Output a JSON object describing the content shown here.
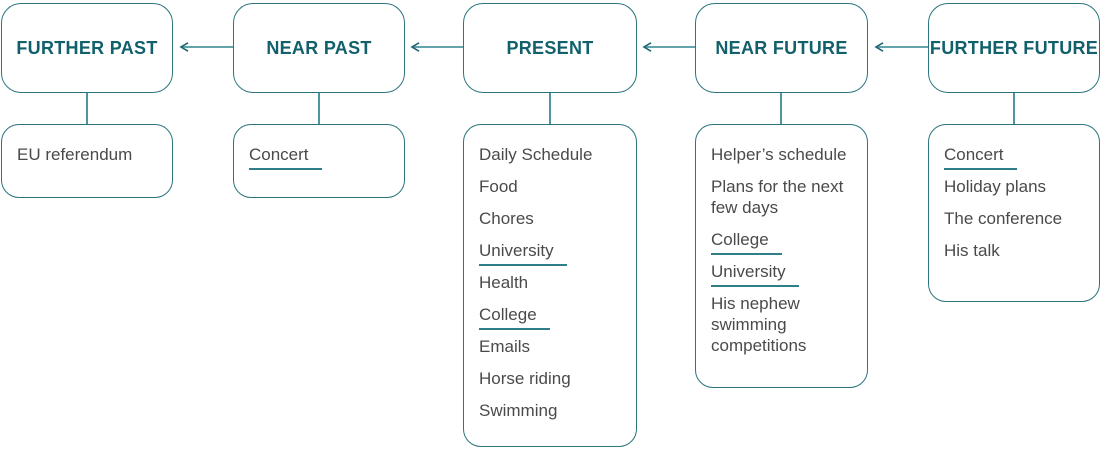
{
  "colors": {
    "header_text": "#11606B",
    "box_border": "#2C757E",
    "connector_line": "#4D96A0",
    "arrowhead": "#1C666F",
    "item_text": "#4A4A4A",
    "underline": "#2F7F88",
    "background": "#FFFFFF"
  },
  "columns": [
    {
      "id": "further-past",
      "header": "FURTHER PAST",
      "items": [
        {
          "text": "EU referendum",
          "underline": false
        }
      ]
    },
    {
      "id": "near-past",
      "header": "NEAR PAST",
      "items": [
        {
          "text": "Concert",
          "underline": true
        }
      ]
    },
    {
      "id": "present",
      "header": "PRESENT",
      "items": [
        {
          "text": "Daily Schedule",
          "underline": false
        },
        {
          "text": "Food",
          "underline": false
        },
        {
          "text": "Chores",
          "underline": false
        },
        {
          "text": "University",
          "underline": true
        },
        {
          "text": "Health",
          "underline": false
        },
        {
          "text": "College",
          "underline": true
        },
        {
          "text": "Emails",
          "underline": false
        },
        {
          "text": "Horse riding",
          "underline": false
        },
        {
          "text": "Swimming",
          "underline": false
        }
      ]
    },
    {
      "id": "near-future",
      "header": "NEAR FUTURE",
      "items": [
        {
          "text": "Helper’s schedule",
          "underline": false
        },
        {
          "text": "Plans for the next few days",
          "underline": false
        },
        {
          "text": "College",
          "underline": true
        },
        {
          "text": "University",
          "underline": true
        },
        {
          "text": "His nephew swimming competitions",
          "underline": false
        }
      ]
    },
    {
      "id": "further-future",
      "header": "FURTHER FUTURE",
      "items": [
        {
          "text": "Concert",
          "underline": true
        },
        {
          "text": "Holiday plans",
          "underline": false
        },
        {
          "text": "The conference",
          "underline": false
        },
        {
          "text": "His talk",
          "underline": false
        }
      ]
    }
  ],
  "arrows": [
    {
      "from": "NEAR PAST",
      "to": "FURTHER PAST",
      "direction": "left"
    },
    {
      "from": "PRESENT",
      "to": "NEAR PAST",
      "direction": "left"
    },
    {
      "from": "NEAR FUTURE",
      "to": "PRESENT",
      "direction": "left"
    },
    {
      "from": "FURTHER FUTURE",
      "to": "NEAR FUTURE",
      "direction": "left"
    }
  ]
}
